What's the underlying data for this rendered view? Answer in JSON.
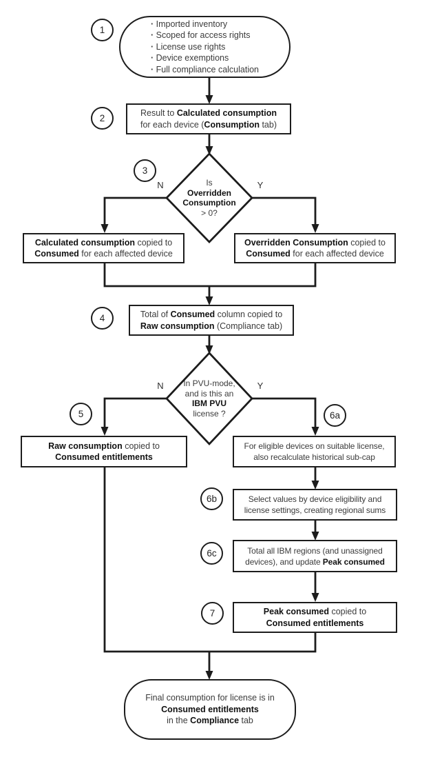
{
  "labels": {
    "no": "N",
    "yes": "Y"
  },
  "badges": {
    "s1": "1",
    "s2": "2",
    "s3": "3",
    "s4": "4",
    "s5": "5",
    "s6a": "6a",
    "s6b": "6b",
    "s6c": "6c",
    "s7": "7"
  },
  "colors": {
    "stroke": "#1c1c1c",
    "text": "#3b3b3b",
    "bold_text": "#111111",
    "background": "#ffffff"
  },
  "nodes": {
    "start": {
      "bullets": [
        "Imported inventory",
        "Scoped for access rights",
        "License use rights",
        "Device exemptions",
        "Full compliance calculation"
      ]
    },
    "result": {
      "l1a": "Result to ",
      "l1b": "Calculated consumption",
      "l2a": "for each device (",
      "l2b": "Consumption",
      "l2c": " tab)"
    },
    "decision_overridden": {
      "l1": "Is",
      "l2": "Overridden",
      "l3": "Consumption",
      "l4": "> 0?"
    },
    "copy_calculated": {
      "l1a": "Calculated consumption",
      "l1b": " copied to",
      "l2a": "Consumed",
      "l2b": " for each affected device"
    },
    "copy_overridden": {
      "l1a": "Overridden Consumption",
      "l1b": " copied to",
      "l2a": "Consumed",
      "l2b": " for each affected device"
    },
    "total_consumed": {
      "l1a": "Total of ",
      "l1b": "Consumed",
      "l1c": " column copied to",
      "l2a": "Raw consumption",
      "l2b": " (Compliance tab)"
    },
    "decision_pvu": {
      "l1": "In PVU-mode,",
      "l2": "and is this an",
      "l3": "IBM PVU",
      "l4": "license ?"
    },
    "raw_copied": {
      "l1a": "Raw consumption",
      "l1b": " copied to",
      "l2": "Consumed entitlements"
    },
    "eligible": {
      "l1": "For eligible devices on suitable license,",
      "l2": "also recalculate historical sub-cap"
    },
    "select_values": {
      "l1": "Select values by device eligibility and",
      "l2": "license settings, creating regional sums"
    },
    "total_regions": {
      "l1": "Total all IBM regions (and unassigned",
      "l2a": "devices), and update ",
      "l2b": "Peak consumed"
    },
    "peak_copied": {
      "l1a": "Peak consumed",
      "l1b": " copied to",
      "l2": "Consumed entitlements"
    },
    "end": {
      "l1": "Final consumption for license is in",
      "l2": "Consumed entitlements",
      "l3a": "in the ",
      "l3b": "Compliance",
      "l3c": " tab"
    }
  }
}
